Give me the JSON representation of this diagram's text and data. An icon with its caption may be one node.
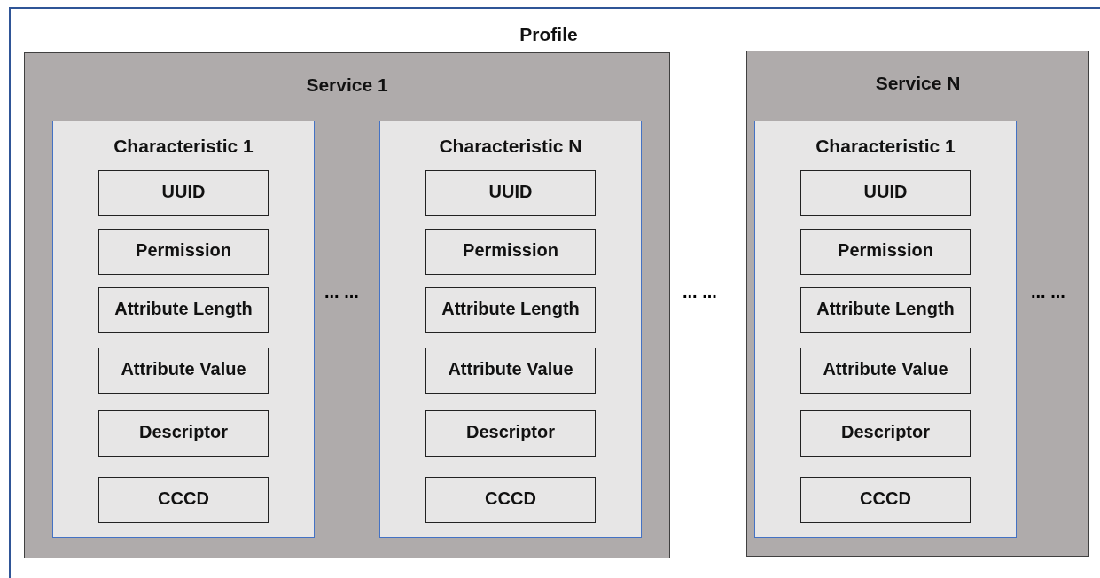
{
  "diagram": {
    "nodes": [
      {
        "text": [
          "Profile"
        ]
      },
      {
        "text": [
          "Service 1"
        ],
        "in": 0
      },
      {
        "text": [
          "Characteristic 1"
        ],
        "in": 1
      },
      {
        "text": [
          "UUID"
        ],
        "in": 2
      },
      {
        "text": [
          "Permission"
        ],
        "in": 2
      },
      {
        "text": [
          "Attribute Length"
        ],
        "in": 2
      },
      {
        "text": [
          "Attribute Value"
        ],
        "in": 2
      },
      {
        "text": [
          "Descriptor"
        ],
        "in": 2
      },
      {
        "text": [
          "CCCD"
        ],
        "in": 2
      },
      {
        "text": [
          "Characteristic N"
        ],
        "in": 1
      },
      {
        "text": [
          "UUID"
        ],
        "in": 9
      },
      {
        "text": [
          "Permission"
        ],
        "in": 9
      },
      {
        "text": [
          "Attribute Length"
        ],
        "in": 9
      },
      {
        "text": [
          "Attribute Value"
        ],
        "in": 9
      },
      {
        "text": [
          "Descriptor"
        ],
        "in": 9
      },
      {
        "text": [
          "CCCD"
        ],
        "in": 9
      },
      {
        "text": [
          "Service N"
        ],
        "in": 0
      },
      {
        "text": [
          "Characteristic 1"
        ],
        "in": 16
      },
      {
        "text": [
          "UUID"
        ],
        "in": 17
      },
      {
        "text": [
          "Permission"
        ],
        "in": 17
      },
      {
        "text": [
          "Attribute Length"
        ],
        "in": 17
      },
      {
        "text": [
          "Attribute Value"
        ],
        "in": 17
      },
      {
        "text": [
          "Descriptor"
        ],
        "in": 17
      },
      {
        "text": [
          "CCCD"
        ],
        "in": 17
      }
    ],
    "edges": [],
    "labels": [
      "... ...",
      "... ...",
      "... ..."
    ]
  }
}
